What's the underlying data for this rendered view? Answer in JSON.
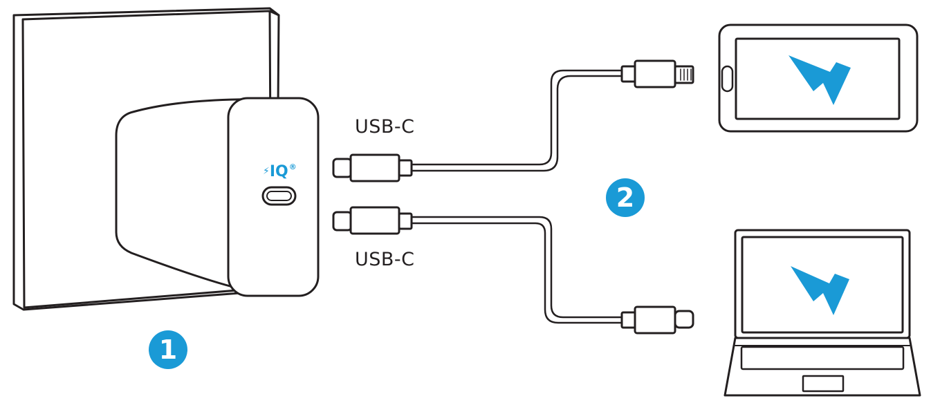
{
  "labels": {
    "top_connector": "USB-C",
    "bottom_connector": "USB-C"
  },
  "steps": {
    "first": "1",
    "second": "2"
  },
  "charger_logo": {
    "bolt": "⚡",
    "text": "IQ",
    "mark": "®"
  },
  "colors": {
    "accent": "#1a9ad6",
    "outline": "#231f20",
    "background": "#ffffff"
  },
  "icons": [
    "wall-outlet-icon",
    "charger-icon",
    "usb-c-plug-icon",
    "lightning-plug-icon",
    "tablet-icon",
    "laptop-icon",
    "charging-bolt-icon"
  ]
}
